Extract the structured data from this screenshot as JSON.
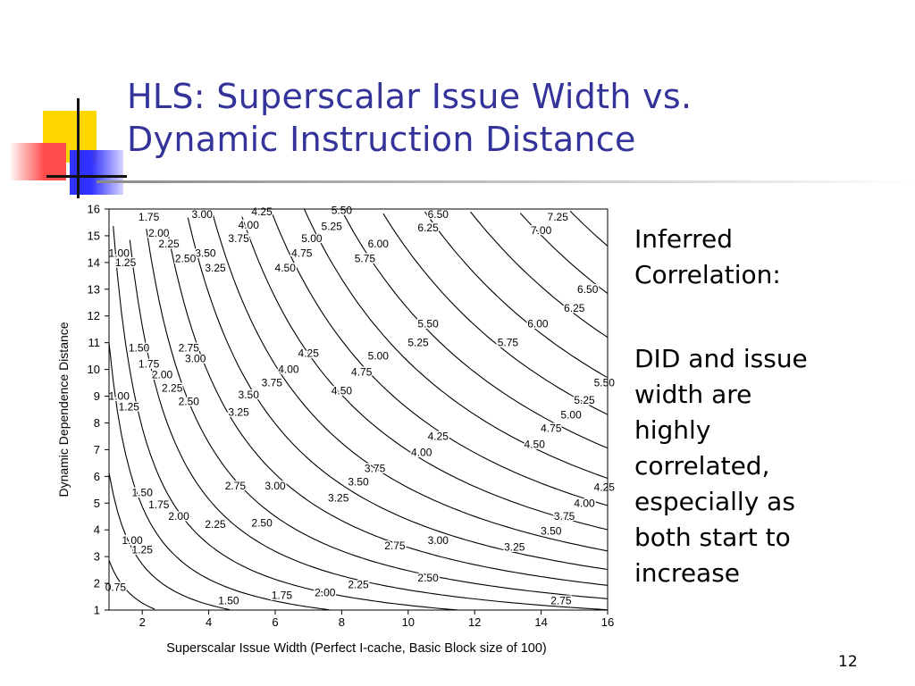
{
  "slide": {
    "title_line1": "HLS: Superscalar Issue Width vs.",
    "title_line2": "Dynamic Instruction Distance",
    "side_text": {
      "heading_line1": "Inferred",
      "heading_line2": "Correlation:",
      "body_lines": [
        "DID and issue",
        "width are",
        "highly",
        "correlated,",
        "especially as",
        "both start to",
        "increase"
      ]
    },
    "page_number": "12",
    "colors": {
      "title": "#33339a",
      "deco_yellow": "#ffd700",
      "deco_red": "#ff4d4d",
      "deco_blue": "#3030ff"
    }
  },
  "chart_data": {
    "type": "contour",
    "xlabel": "Superscalar Issue Width (Perfect I-cache, Basic Block size of 100)",
    "ylabel": "Dynamic Dependence Distance",
    "xlim": [
      1,
      16
    ],
    "ylim": [
      1,
      16
    ],
    "xticks": [
      2,
      4,
      6,
      8,
      10,
      12,
      14,
      16
    ],
    "yticks": [
      1,
      2,
      3,
      4,
      5,
      6,
      7,
      8,
      9,
      10,
      11,
      12,
      13,
      14,
      15,
      16
    ],
    "grid": false,
    "contour_levels": [
      0.75,
      1.0,
      1.25,
      1.5,
      1.75,
      2.0,
      2.25,
      2.5,
      2.75,
      3.0,
      3.25,
      3.5,
      3.75,
      4.0,
      4.25,
      4.5,
      4.75,
      5.0,
      5.25,
      5.5,
      5.75,
      6.0,
      6.25,
      6.5,
      7.0,
      7.25
    ],
    "contour_labels": [
      {
        "text": "1.75",
        "x": 2.2,
        "y": 15.7
      },
      {
        "text": "3.00",
        "x": 3.8,
        "y": 15.8
      },
      {
        "text": "4.25",
        "x": 5.6,
        "y": 15.9
      },
      {
        "text": "5.50",
        "x": 8.0,
        "y": 15.95
      },
      {
        "text": "6.50",
        "x": 10.9,
        "y": 15.8
      },
      {
        "text": "7.25",
        "x": 14.5,
        "y": 15.7
      },
      {
        "text": "4.00",
        "x": 5.2,
        "y": 15.4
      },
      {
        "text": "5.25",
        "x": 7.7,
        "y": 15.35
      },
      {
        "text": "6.25",
        "x": 10.6,
        "y": 15.3
      },
      {
        "text": "7.00",
        "x": 14.0,
        "y": 15.2
      },
      {
        "text": "2.00",
        "x": 2.5,
        "y": 15.1
      },
      {
        "text": "3.75",
        "x": 4.9,
        "y": 14.9
      },
      {
        "text": "5.00",
        "x": 7.1,
        "y": 14.9
      },
      {
        "text": "6.00",
        "x": 9.1,
        "y": 14.7
      },
      {
        "text": "2.25",
        "x": 2.8,
        "y": 14.7
      },
      {
        "text": "1.00",
        "x": 1.3,
        "y": 14.35
      },
      {
        "text": "3.50",
        "x": 3.9,
        "y": 14.35
      },
      {
        "text": "4.75",
        "x": 6.8,
        "y": 14.35
      },
      {
        "text": "2.50",
        "x": 3.3,
        "y": 14.15
      },
      {
        "text": "5.75",
        "x": 8.7,
        "y": 14.15
      },
      {
        "text": "1.25",
        "x": 1.5,
        "y": 14.0
      },
      {
        "text": "3.25",
        "x": 4.2,
        "y": 13.8
      },
      {
        "text": "4.50",
        "x": 6.3,
        "y": 13.8
      },
      {
        "text": "6.50",
        "x": 15.4,
        "y": 13.0
      },
      {
        "text": "6.25",
        "x": 15.0,
        "y": 12.3
      },
      {
        "text": "5.50",
        "x": 10.6,
        "y": 11.7
      },
      {
        "text": "6.00",
        "x": 13.9,
        "y": 11.7
      },
      {
        "text": "5.25",
        "x": 10.3,
        "y": 11.0
      },
      {
        "text": "5.75",
        "x": 13.0,
        "y": 11.0
      },
      {
        "text": "1.50",
        "x": 1.9,
        "y": 10.8
      },
      {
        "text": "2.75",
        "x": 3.4,
        "y": 10.8
      },
      {
        "text": "4.25",
        "x": 7.0,
        "y": 10.6
      },
      {
        "text": "5.00",
        "x": 9.1,
        "y": 10.5
      },
      {
        "text": "3.00",
        "x": 3.6,
        "y": 10.4
      },
      {
        "text": "1.75",
        "x": 2.2,
        "y": 10.2
      },
      {
        "text": "4.00",
        "x": 6.4,
        "y": 10.0
      },
      {
        "text": "4.75",
        "x": 8.6,
        "y": 9.9
      },
      {
        "text": "2.00",
        "x": 2.6,
        "y": 9.8
      },
      {
        "text": "3.75",
        "x": 5.9,
        "y": 9.5
      },
      {
        "text": "5.50",
        "x": 15.9,
        "y": 9.5
      },
      {
        "text": "2.25",
        "x": 2.9,
        "y": 9.3
      },
      {
        "text": "4.50",
        "x": 8.0,
        "y": 9.2
      },
      {
        "text": "1.00",
        "x": 1.3,
        "y": 9.0
      },
      {
        "text": "3.50",
        "x": 5.2,
        "y": 9.05
      },
      {
        "text": "2.50",
        "x": 3.4,
        "y": 8.8
      },
      {
        "text": "5.25",
        "x": 15.3,
        "y": 8.85
      },
      {
        "text": "1.25",
        "x": 1.6,
        "y": 8.6
      },
      {
        "text": "3.25",
        "x": 4.9,
        "y": 8.4
      },
      {
        "text": "5.00",
        "x": 14.9,
        "y": 8.3
      },
      {
        "text": "4.75",
        "x": 14.3,
        "y": 7.8
      },
      {
        "text": "4.25",
        "x": 10.9,
        "y": 7.5
      },
      {
        "text": "4.50",
        "x": 13.8,
        "y": 7.2
      },
      {
        "text": "4.00",
        "x": 10.4,
        "y": 6.9
      },
      {
        "text": "3.75",
        "x": 9.0,
        "y": 6.3
      },
      {
        "text": "3.50",
        "x": 8.5,
        "y": 5.8
      },
      {
        "text": "2.75",
        "x": 4.8,
        "y": 5.65
      },
      {
        "text": "3.00",
        "x": 6.0,
        "y": 5.65
      },
      {
        "text": "4.25",
        "x": 15.9,
        "y": 5.6
      },
      {
        "text": "1.50",
        "x": 2.0,
        "y": 5.4
      },
      {
        "text": "3.25",
        "x": 7.9,
        "y": 5.2
      },
      {
        "text": "4.00",
        "x": 15.3,
        "y": 5.0
      },
      {
        "text": "1.75",
        "x": 2.5,
        "y": 4.95
      },
      {
        "text": "2.00",
        "x": 3.1,
        "y": 4.5
      },
      {
        "text": "3.75",
        "x": 14.7,
        "y": 4.5
      },
      {
        "text": "2.25",
        "x": 4.2,
        "y": 4.2
      },
      {
        "text": "2.50",
        "x": 5.6,
        "y": 4.25
      },
      {
        "text": "3.50",
        "x": 14.3,
        "y": 3.95
      },
      {
        "text": "1.00",
        "x": 1.7,
        "y": 3.6
      },
      {
        "text": "3.00",
        "x": 10.9,
        "y": 3.6
      },
      {
        "text": "2.75",
        "x": 9.6,
        "y": 3.4
      },
      {
        "text": "3.25",
        "x": 13.2,
        "y": 3.35
      },
      {
        "text": "1.25",
        "x": 2.0,
        "y": 3.25
      },
      {
        "text": "2.50",
        "x": 10.6,
        "y": 2.2
      },
      {
        "text": "0.75",
        "x": 1.2,
        "y": 1.85
      },
      {
        "text": "2.25",
        "x": 8.5,
        "y": 1.95
      },
      {
        "text": "1.75",
        "x": 6.2,
        "y": 1.55
      },
      {
        "text": "2.00",
        "x": 7.5,
        "y": 1.65
      },
      {
        "text": "1.50",
        "x": 4.6,
        "y": 1.35
      },
      {
        "text": "2.75",
        "x": 14.6,
        "y": 1.35
      }
    ]
  }
}
